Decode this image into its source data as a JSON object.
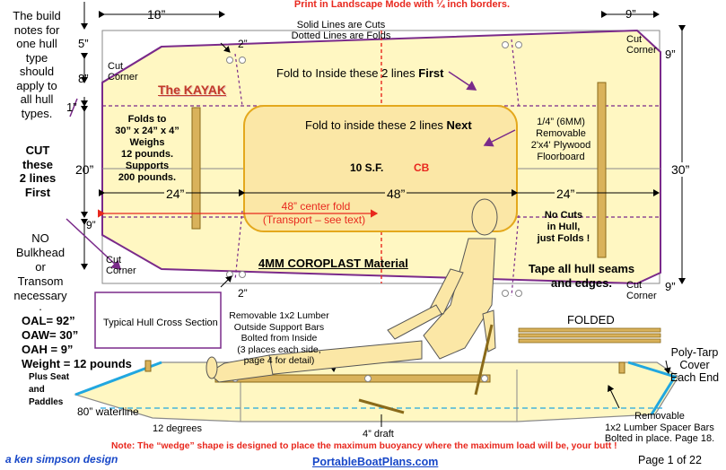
{
  "header": {
    "print_note": "Print in Landscape Mode with ¼ inch borders.",
    "solid_dotted_note_1": "Solid Lines are Cuts",
    "solid_dotted_note_2": "Dotted Lines are Folds"
  },
  "left_notes": {
    "build_notes": [
      "The build",
      "notes for",
      "one hull",
      "type",
      "should",
      "apply to",
      "all hull",
      "types."
    ],
    "cut_lines": [
      "CUT",
      "these",
      "2 lines",
      "First"
    ],
    "no_bulkhead": [
      "NO",
      "Bulkhead",
      "or",
      "Transom",
      "necessary"
    ],
    "no_bulkhead_dot": ".",
    "specs": [
      "OAL= 92”",
      "OAW= 30”",
      "OAH = 9”",
      "Weight = 12 pounds"
    ],
    "plus": [
      "Plus Seat",
      "and",
      "Paddles"
    ]
  },
  "dimensions": {
    "top_18": "18”",
    "top_9": "9”",
    "left_5": "5”",
    "left_8": "8”",
    "left_1": "1”",
    "left_20": "20”",
    "left_9": "9”",
    "two_top": "2”",
    "two_bottom": "2”",
    "right_9_top": "9”",
    "right_30": "30”",
    "right_9_bottom": "9”",
    "dim_24_left": "24”",
    "dim_48": "48”",
    "dim_24_right": "24”",
    "center_fold_1": "48” center fold",
    "center_fold_2": "(Transport – see text)"
  },
  "plan": {
    "cut_corner_tl": [
      "Cut",
      "Corner"
    ],
    "cut_corner_tr": [
      "Cut",
      "Corner"
    ],
    "cut_corner_bl": [
      "Cut",
      "Corner"
    ],
    "cut_corner_br": [
      "Cut",
      "Corner"
    ],
    "title": "The KAYAK",
    "fold_first_prefix": "Fold to Inside these 2 lines ",
    "fold_first_bold": "First",
    "fold_next_prefix": "Fold to inside these 2 lines ",
    "fold_next_bold": "Next",
    "folds_to": [
      "Folds to",
      "30” x 24” x 4”",
      "Weighs",
      "12 pounds.",
      "Supports",
      "200 pounds."
    ],
    "floorboard": [
      "1/4” (6MM)",
      "Removable",
      "2'x4' Plywood",
      "Floorboard"
    ],
    "sf": "10 S.F.",
    "cb": "CB",
    "no_cuts": [
      "No Cuts",
      "in Hull,",
      "just Folds !"
    ],
    "material": "4MM COROPLAST Material",
    "tape": [
      "Tape all hull seams",
      "and edges."
    ]
  },
  "side_view": {
    "cross_section": "Typical Hull Cross Section",
    "lumber": [
      "Removable 1x2 Lumber",
      "Outside Support Bars",
      "Bolted from Inside",
      "(3 places each side,",
      "page 4 for detail)"
    ],
    "folded": "FOLDED",
    "polytarp": [
      "Poly-Tarp",
      "Cover",
      "Each End"
    ],
    "waterline": "80” waterline",
    "degrees": "12 degrees",
    "draft": "4” draft",
    "spacer": [
      "Removable",
      "1x2 Lumber Spacer Bars",
      "Bolted in place. Page 18."
    ]
  },
  "footer": {
    "note": "Note: The “wedge” shape is designed to place the maximum buoyancy where the maximum load will be, your butt !",
    "designer": "a ken simpson design",
    "website": "PortableBoatPlans.com",
    "page": "Page 1 of  22"
  },
  "colors": {
    "hull_fill": "#fff7c2",
    "floor_fill": "#fbe7a6",
    "wood": "#d9b25b",
    "arrow_purple": "#7a2a8a",
    "red": "#e8281e",
    "blue_link": "#1747c8",
    "cyan_cover": "#21a7e0"
  }
}
